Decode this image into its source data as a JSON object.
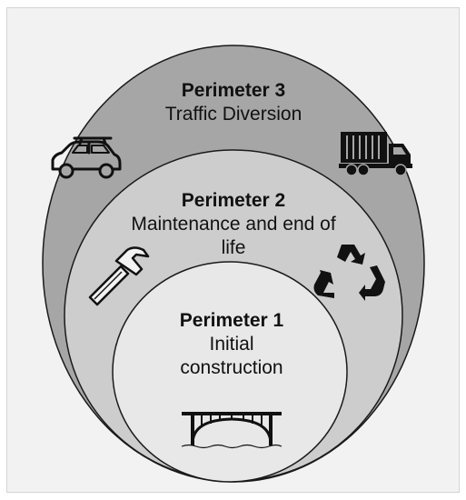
{
  "perimeters": [
    {
      "title": "Perimeter 3",
      "body": "Traffic Diversion",
      "icons": [
        "car-icon",
        "truck-icon"
      ],
      "fill": "#a6a6a6"
    },
    {
      "title": "Perimeter 2",
      "body": "Maintenance and end of life",
      "icons": [
        "hammer-icon",
        "recycle-icon"
      ],
      "fill": "#cdcdcd"
    },
    {
      "title": "Perimeter 1",
      "body": "Initial construction",
      "icons": [
        "bridge-icon"
      ],
      "fill": "#e8e8e8"
    }
  ],
  "colors": {
    "stroke": "#1a1a1a",
    "background": "#f2f2f2"
  }
}
